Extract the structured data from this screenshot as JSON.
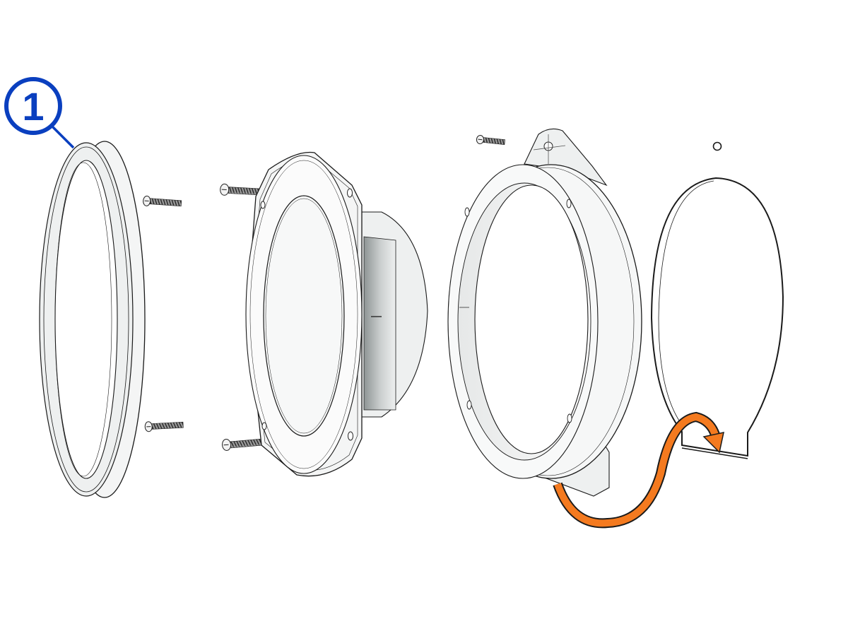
{
  "diagram": {
    "type": "exploded-assembly",
    "background": "#ffffff",
    "colors": {
      "callout": "#0a3fbf",
      "arrow": "#f47a1f",
      "outline": "#1a1a1a",
      "part_fill": "#f4f5f5",
      "part_shade": "#dfe2e2"
    },
    "callouts": [
      {
        "id": "1",
        "label": "1",
        "target": "trim-ring"
      }
    ],
    "parts": [
      {
        "id": "trim-ring",
        "name": "Trim ring"
      },
      {
        "id": "screw-a-top",
        "name": "Screw (trim ring, top)"
      },
      {
        "id": "screw-a-bottom",
        "name": "Screw (trim ring, bottom)"
      },
      {
        "id": "screw-b-top",
        "name": "Screw (speaker, top)"
      },
      {
        "id": "screw-b-bottom",
        "name": "Screw (speaker, bottom)"
      },
      {
        "id": "speaker",
        "name": "Speaker"
      },
      {
        "id": "screw-c",
        "name": "Screw (adapter bracket)"
      },
      {
        "id": "adapter-bracket",
        "name": "Mounting adapter bracket"
      },
      {
        "id": "mounting-surface",
        "name": "Mounting surface cutout"
      },
      {
        "id": "screw-hole",
        "name": "Screw hole"
      }
    ],
    "arrow": {
      "meaning": "route wire from bracket through cutout notch"
    }
  }
}
